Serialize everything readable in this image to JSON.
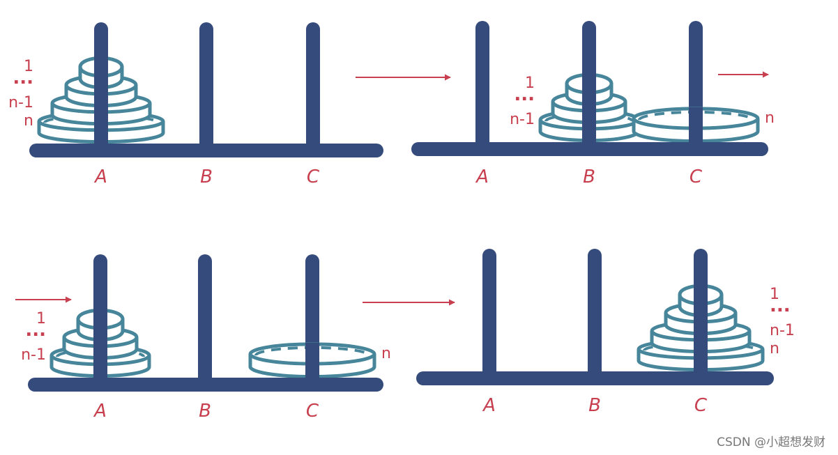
{
  "colors": {
    "post": "#354b7c",
    "disk": "#46859a",
    "text": "#c8404f",
    "arrow": "#c8404f"
  },
  "watermark": "CSDN @小超想发财",
  "panels": [
    {
      "pegs": [
        "A",
        "B",
        "C"
      ],
      "stacks": [
        {
          "peg": 0,
          "labels": [
            "1",
            "...",
            "n-1",
            "n"
          ],
          "label_side": "left"
        }
      ],
      "arrow": "right"
    },
    {
      "pegs": [
        "A",
        "B",
        "C"
      ],
      "stacks": [
        {
          "peg": 1,
          "labels": [
            "1",
            "...",
            "n-1"
          ],
          "label_side": "left"
        },
        {
          "peg": 2,
          "labels": [
            "n"
          ],
          "label_side": "right"
        }
      ],
      "arrow": "right"
    },
    {
      "pegs": [
        "A",
        "B",
        "C"
      ],
      "stacks": [
        {
          "peg": 0,
          "labels": [
            "1",
            "...",
            "n-1"
          ],
          "label_side": "left"
        },
        {
          "peg": 2,
          "labels": [
            "n"
          ],
          "label_side": "right"
        }
      ],
      "arrow": "right"
    },
    {
      "pegs": [
        "A",
        "B",
        "C"
      ],
      "stacks": [
        {
          "peg": 2,
          "labels": [
            "1",
            "...",
            "n-1",
            "n"
          ],
          "label_side": "right"
        }
      ],
      "arrow": ""
    }
  ]
}
